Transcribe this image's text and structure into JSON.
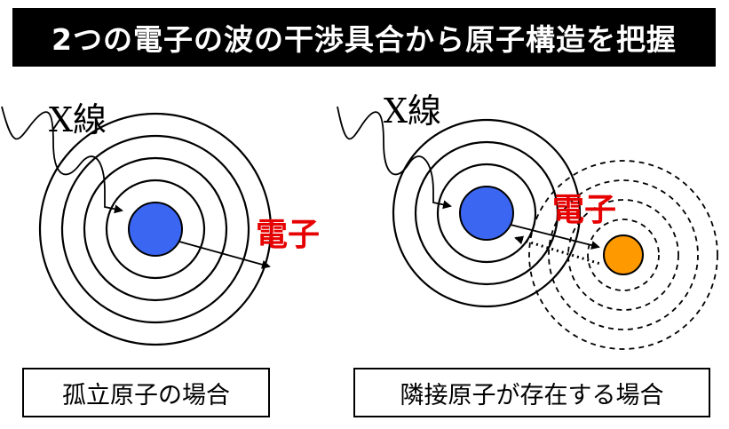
{
  "title": "2つの電子の波の干渉具合から原子構造を把握",
  "left_panel": {
    "xray_label": "X線",
    "electron_label": "電子",
    "caption": "孤立原子の場合"
  },
  "right_panel": {
    "xray_label": "X線",
    "electron_label": "電子",
    "caption": "隣接原子が存在する場合"
  },
  "colors": {
    "title_bg": "#000000",
    "title_text": "#ffffff",
    "atom_blue": "#3b66f2",
    "atom_orange": "#ff9900",
    "electron_label": "#e60000"
  }
}
